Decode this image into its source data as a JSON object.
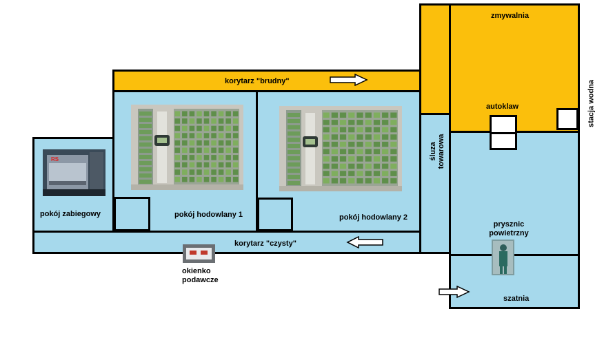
{
  "labels": {
    "zmywalnia": "zmywalnia",
    "korytarz_brudny": "korytarz \"brudny\"",
    "autoklaw": "autoklaw",
    "stacja_wodna": "stacja wodna",
    "sluza_towarowa": "śluza towarowa",
    "pokoj_zabiegowy": "pokój zabiegowy",
    "pokoj_hodowlany_1": "pokój hodowlany 1",
    "pokoj_hodowlany_2": "pokój hodowlany 2",
    "prysznic_powietrzny": "prysznic powietrzny",
    "korytarz_czysty": "korytarz \"czysty\"",
    "okienko_podawcze": "okienko podawcze",
    "szatnia": "szatnia"
  },
  "photos": {
    "laminar": "RS"
  },
  "colors": {
    "clean_zone": "#a6d9ec",
    "dirty_zone": "#fbbf0c",
    "walls": "#000000"
  },
  "icons": {
    "flow_arrow": "right-arrow"
  }
}
